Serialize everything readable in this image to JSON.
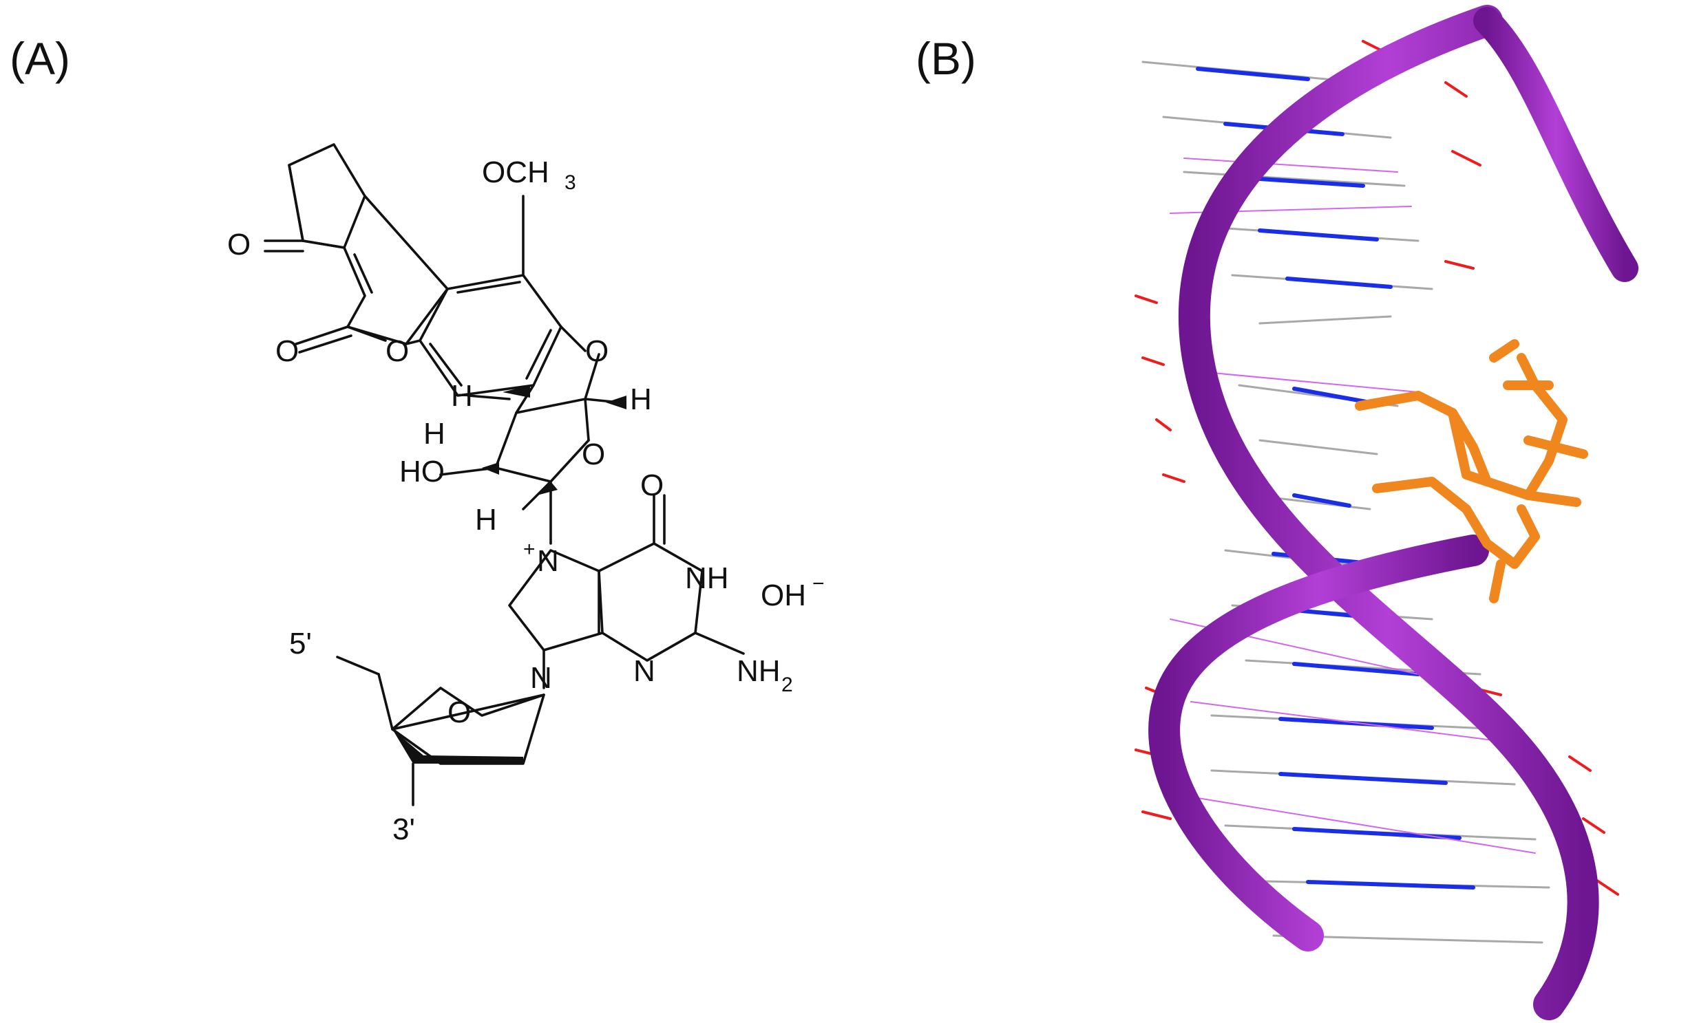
{
  "panels": {
    "a": {
      "label": "(A)"
    },
    "b": {
      "label": "(B)"
    }
  },
  "structure": {
    "atoms": {
      "methoxy": "OCH",
      "methoxy_sub": "3",
      "ketone_o": "O",
      "lactone_o": "O",
      "ring_o": "O",
      "furan_o1": "O",
      "furan_o2": "O",
      "h1": "H",
      "h2": "H",
      "h3": "H",
      "h4": "H",
      "hydroxyl": "HO",
      "n7": "N",
      "n7_charge": "+",
      "guanine_o": "O",
      "nh": "NH",
      "hydroxide": "OH",
      "hydroxide_charge": "−",
      "n9": "N",
      "n3": "N",
      "amino": "NH",
      "amino_sub": "2",
      "sugar_o": "O",
      "five_prime": "5'",
      "three_prime": "3'"
    }
  },
  "colors": {
    "backbone": "#a52cc8",
    "backbone_dark": "#6e1691",
    "ligand": "#f0871e",
    "base_blue": "#1a2ee8",
    "oxygen_red": "#ee1c1c",
    "carbon_gray": "#a8a8a8",
    "hbond": "#d266ee"
  }
}
